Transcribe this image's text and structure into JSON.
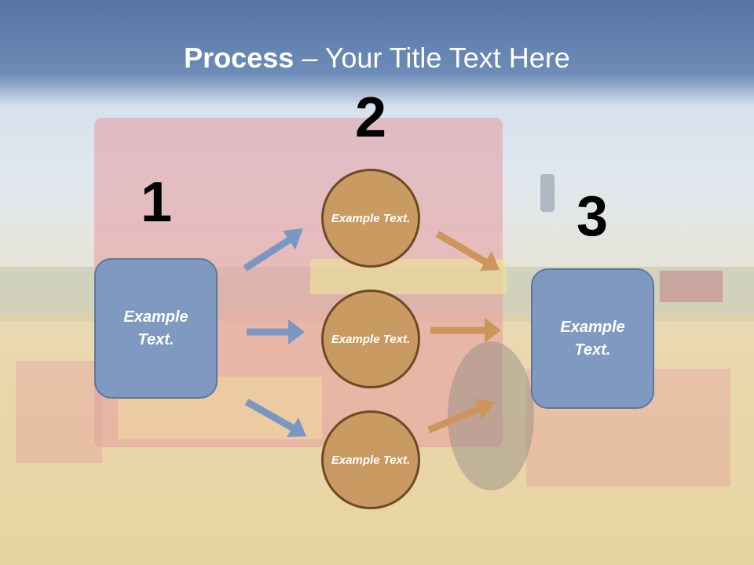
{
  "slide": {
    "title_bold": "Process",
    "title_rest": " – Your Title Text Here",
    "step_numbers": [
      "1",
      "2",
      "3"
    ],
    "left_box": "Example Text.",
    "right_box": "Example Text.",
    "circles": [
      "Example Text.",
      "Example Text.",
      "Example Text."
    ]
  },
  "colors": {
    "box_fill": "#7f99c1",
    "circle_fill": "#c99a62",
    "blue_arrow": "#7a97c4",
    "orange_arrow": "#cc955c",
    "title_band": "#5f7eaa"
  }
}
